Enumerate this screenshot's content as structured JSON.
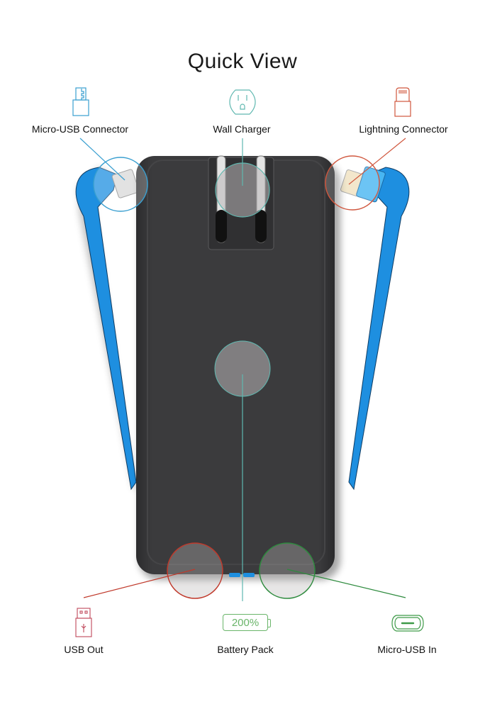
{
  "page": {
    "title": "Quick View"
  },
  "colors": {
    "micro_usb_connector": "#3a9fd0",
    "wall_charger": "#5fb8b0",
    "lightning_connector": "#d0573e",
    "usb_out": "#c0475a",
    "battery_pack": "#6ab56a",
    "micro_usb_in": "#3e9a48",
    "device_body": "#3a3a3c",
    "cable_blue": "#1e8fe0"
  },
  "callouts": {
    "top": [
      {
        "id": "micro-usb-connector",
        "label": "Micro-USB Connector",
        "icon": "micro-usb-plug-icon"
      },
      {
        "id": "wall-charger",
        "label": "Wall Charger",
        "icon": "wall-outlet-icon"
      },
      {
        "id": "lightning-connector",
        "label": "Lightning Connector",
        "icon": "lightning-plug-icon"
      }
    ],
    "bottom": [
      {
        "id": "usb-out",
        "label": "USB Out",
        "icon": "usb-port-icon"
      },
      {
        "id": "battery-pack",
        "label": "Battery Pack",
        "icon": "battery-icon",
        "icon_text": "200%"
      },
      {
        "id": "micro-usb-in",
        "label": "Micro-USB In",
        "icon": "micro-usb-port-icon"
      }
    ]
  }
}
